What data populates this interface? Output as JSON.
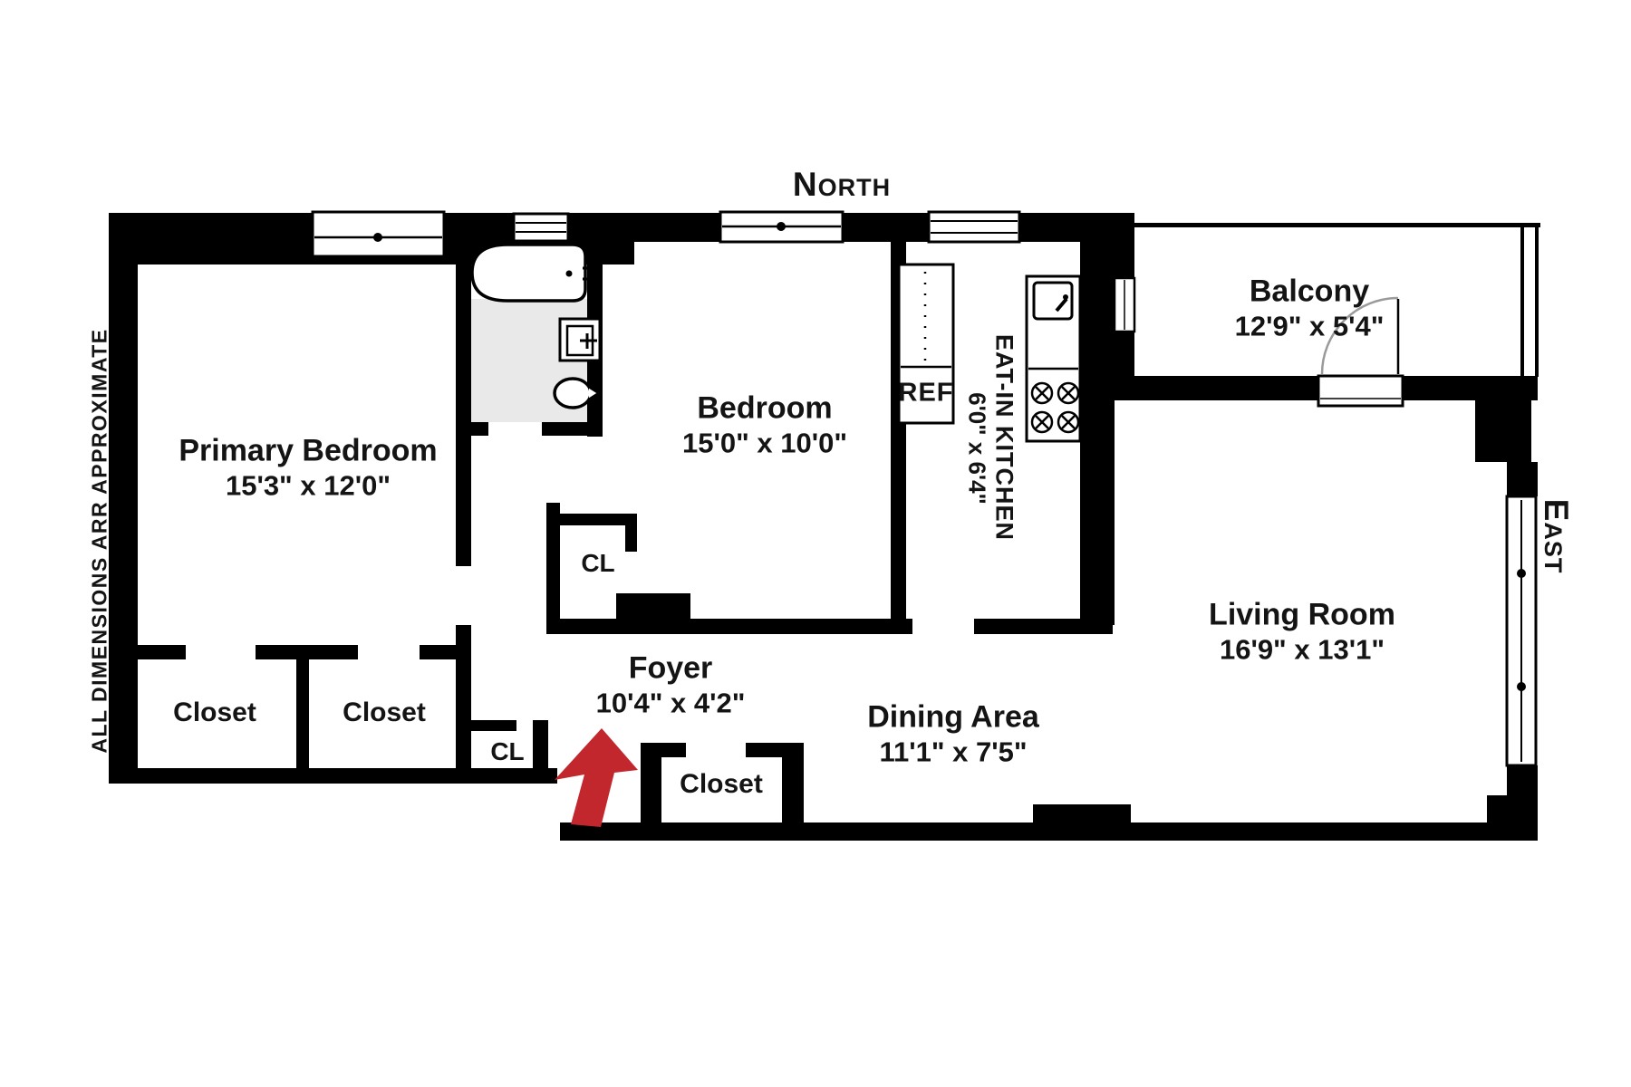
{
  "plan": {
    "compass": {
      "north": "North",
      "east": "East"
    },
    "disclaimer": "ALL DIMENSIONS ARR APPROXIMATE",
    "rooms": {
      "primary_bedroom": {
        "name": "Primary Bedroom",
        "dims": "15'3\" x 12'0\""
      },
      "bedroom": {
        "name": "Bedroom",
        "dims": "15'0\" x 10'0\""
      },
      "balcony": {
        "name": "Balcony",
        "dims": "12'9\" x 5'4\""
      },
      "living_room": {
        "name": "Living Room",
        "dims": "16'9\" x 13'1\""
      },
      "dining_area": {
        "name": "Dining Area",
        "dims": "11'1\" x 7'5\""
      },
      "foyer": {
        "name": "Foyer",
        "dims": "10'4\" x 4'2\""
      },
      "kitchen": {
        "name": "EAT-IN KITCHEN",
        "dims": "6'0\" x 6'4\""
      }
    },
    "labels": {
      "closet_primary_left": "Closet",
      "closet_primary_right": "Closet",
      "closet_foyer": "Closet",
      "cl_foyer": "CL",
      "cl_bedroom": "CL",
      "refrigerator": "REF"
    },
    "colors": {
      "wall": "#000000",
      "bath_floor": "#e9e9e9",
      "arrow": "#c1272d",
      "door_arc": "#9a9a9a"
    }
  }
}
